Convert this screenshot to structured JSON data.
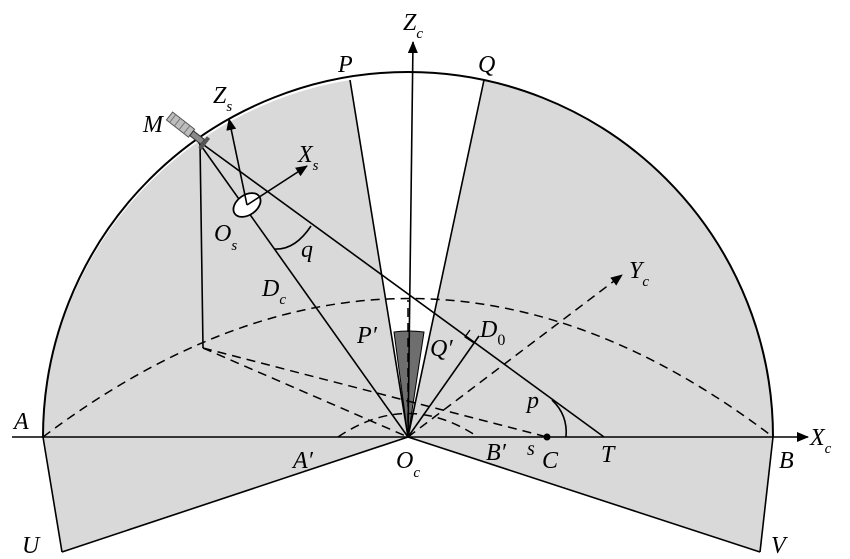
{
  "labels": {
    "Zc": {
      "main": "Z",
      "sub": "c"
    },
    "Zs": {
      "main": "Z",
      "sub": "s"
    },
    "Xs": {
      "main": "X",
      "sub": "s"
    },
    "Yc": {
      "main": "Y",
      "sub": "c"
    },
    "Xc": {
      "main": "X",
      "sub": "c"
    },
    "Os": {
      "main": "O",
      "sub": "s"
    },
    "Oc": {
      "main": "O",
      "sub": "c"
    },
    "Dc": {
      "main": "D",
      "sub": "c"
    },
    "D0": {
      "main": "D",
      "sub": "0"
    },
    "P": "P",
    "Q": "Q",
    "M": "M",
    "q": "q",
    "Pp": "P′",
    "Qp": "Q′",
    "p": "p",
    "A": "A",
    "Ap": "A′",
    "Bp": "B′",
    "s": "s",
    "C": "C",
    "T": "T",
    "B": "B",
    "U": "U",
    "V": "V"
  },
  "colors": {
    "region_fill": "#d9d9d9",
    "wedge_fill": "#6e6e6e",
    "line": "#000000"
  },
  "icons": {
    "satellite": "satellite-icon"
  }
}
